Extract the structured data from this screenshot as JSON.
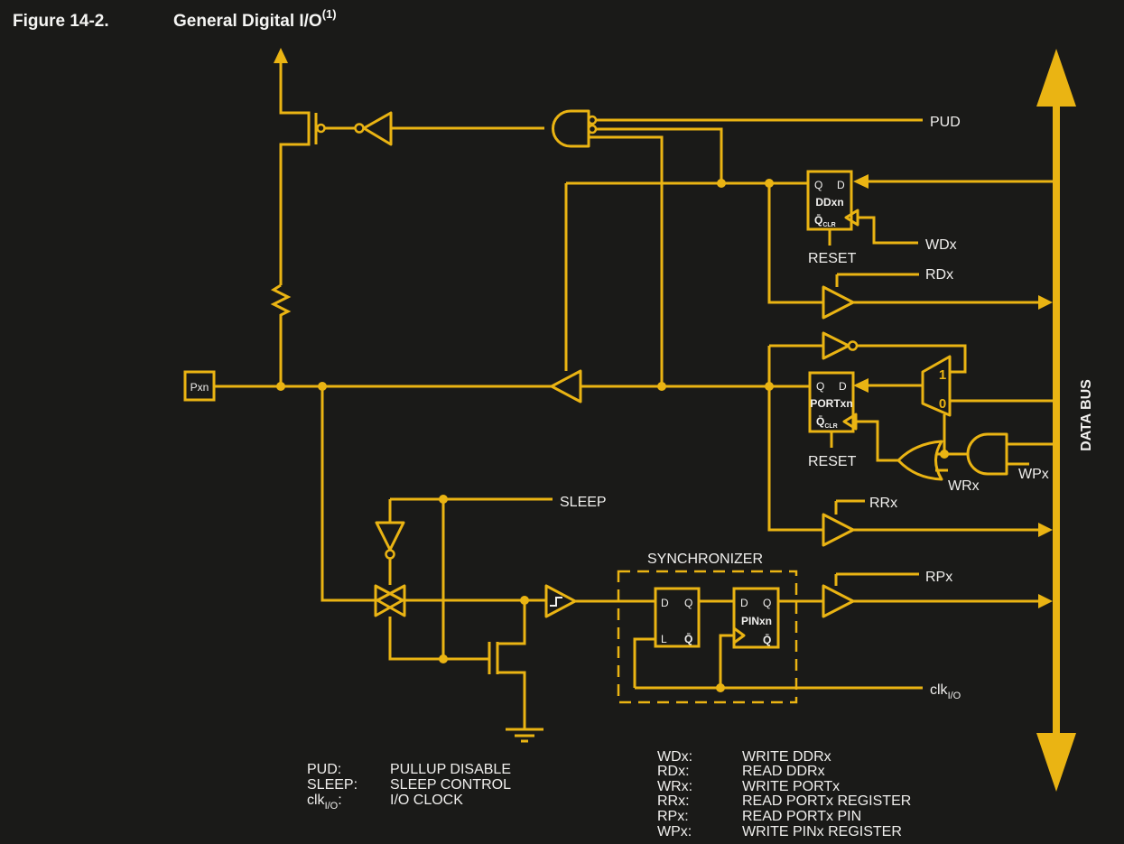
{
  "title": {
    "figure": "Figure 14-2.",
    "caption": "General Digital I/O",
    "superscript": "(1)"
  },
  "colors": {
    "background": "#1a1a18",
    "wire": "#eab413",
    "text": "#f0efed"
  },
  "signals": {
    "pud": "PUD",
    "wdx": "WDx",
    "rdx": "RDx",
    "wrx": "WRx",
    "wpx": "WPx",
    "rrx": "RRx",
    "rpx": "RPx",
    "sleep": "SLEEP",
    "reset": "RESET",
    "synchronizer": "SYNCHRONIZER",
    "clk": "clk",
    "clk_sub": "I/O",
    "data_bus": "DATA BUS",
    "pxn": "Pxn"
  },
  "registers": {
    "ddxn": "DDxn",
    "portxn": "PORTxn",
    "pinxn": "PINxn"
  },
  "pins": {
    "q": "Q",
    "d": "D",
    "l": "L",
    "qbar": "Q̄",
    "clr": "CLR"
  },
  "mux": {
    "one": "1",
    "zero": "0"
  },
  "legend_left": [
    {
      "term": "PUD:",
      "def": "PULLUP DISABLE"
    },
    {
      "term": "SLEEP:",
      "def": "SLEEP CONTROL"
    },
    {
      "term_base": "clk",
      "term_sub": "I/O",
      "term_colon": ":",
      "def": "I/O CLOCK"
    }
  ],
  "legend_right": [
    {
      "term": "WDx:",
      "def": "WRITE DDRx"
    },
    {
      "term": "RDx:",
      "def": "READ DDRx"
    },
    {
      "term": "WRx:",
      "def": "WRITE PORTx"
    },
    {
      "term": "RRx:",
      "def": "READ PORTx REGISTER"
    },
    {
      "term": "RPx:",
      "def": "READ PORTx PIN"
    },
    {
      "term": "WPx:",
      "def": "WRITE PINx REGISTER"
    }
  ]
}
